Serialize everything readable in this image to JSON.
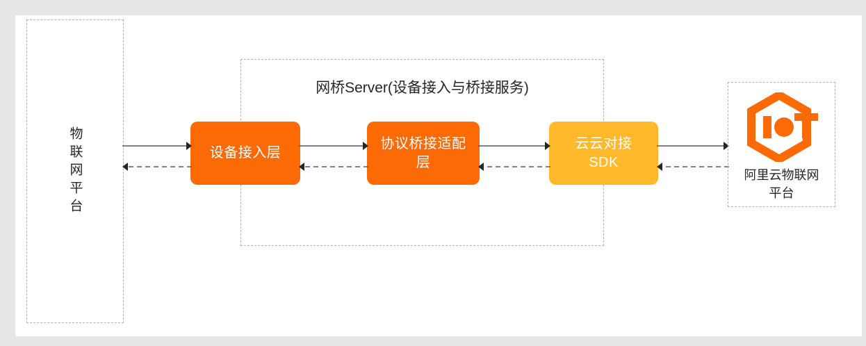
{
  "diagram": {
    "type": "architecture-flow",
    "background_color": "#e6e6e6",
    "canvas_color": "#ffffff",
    "accent_orange": "#FB6A05",
    "accent_yellow": "#FFB92B",
    "line_color": "#595959",
    "dash_border_color": "#b0b0b0"
  },
  "left_container": {
    "label": "物联网平台",
    "orientation": "vertical",
    "border_style": "dashed"
  },
  "bridge_container": {
    "title": "网桥Server(设备接入与桥接服务)",
    "border_style": "dashed"
  },
  "nodes": [
    {
      "id": "device-access-layer",
      "label": "设备接入层",
      "color": "#FB6A05",
      "text_color": "#ffffff"
    },
    {
      "id": "protocol-bridge-adapter-layer",
      "label": "协议桥接适配层",
      "color": "#FB6A05",
      "text_color": "#ffffff"
    },
    {
      "id": "cloud-to-cloud-sdk",
      "label": "云云对接\nSDK",
      "label_line1": "云云对接",
      "label_line2": "SDK",
      "color": "#FFB92B",
      "text_color": "#ffffff"
    }
  ],
  "right_container": {
    "logo_name": "alibaba-cloud-iot-logo",
    "logo_color": "#FB6A05",
    "label_line1": "阿里云物联网",
    "label_line2": "平台",
    "border_style": "dashed"
  },
  "connectors": [
    {
      "id": "conn-1",
      "from": "物联网平台",
      "to": "设备接入层",
      "forward_style": "solid",
      "forward_direction": "right",
      "return_style": "dashed",
      "return_direction": "left"
    },
    {
      "id": "conn-2",
      "from": "设备接入层",
      "to": "协议桥接适配层",
      "forward_style": "solid",
      "forward_direction": "right",
      "return_style": "dashed",
      "return_direction": "left"
    },
    {
      "id": "conn-3",
      "from": "协议桥接适配层",
      "to": "云云对接SDK",
      "forward_style": "solid",
      "forward_direction": "right",
      "return_style": "dashed",
      "return_direction": "left"
    },
    {
      "id": "conn-4",
      "from": "云云对接SDK",
      "to": "阿里云物联网平台",
      "forward_style": "solid",
      "forward_direction": "right",
      "return_style": "dashed",
      "return_direction": "left"
    }
  ]
}
